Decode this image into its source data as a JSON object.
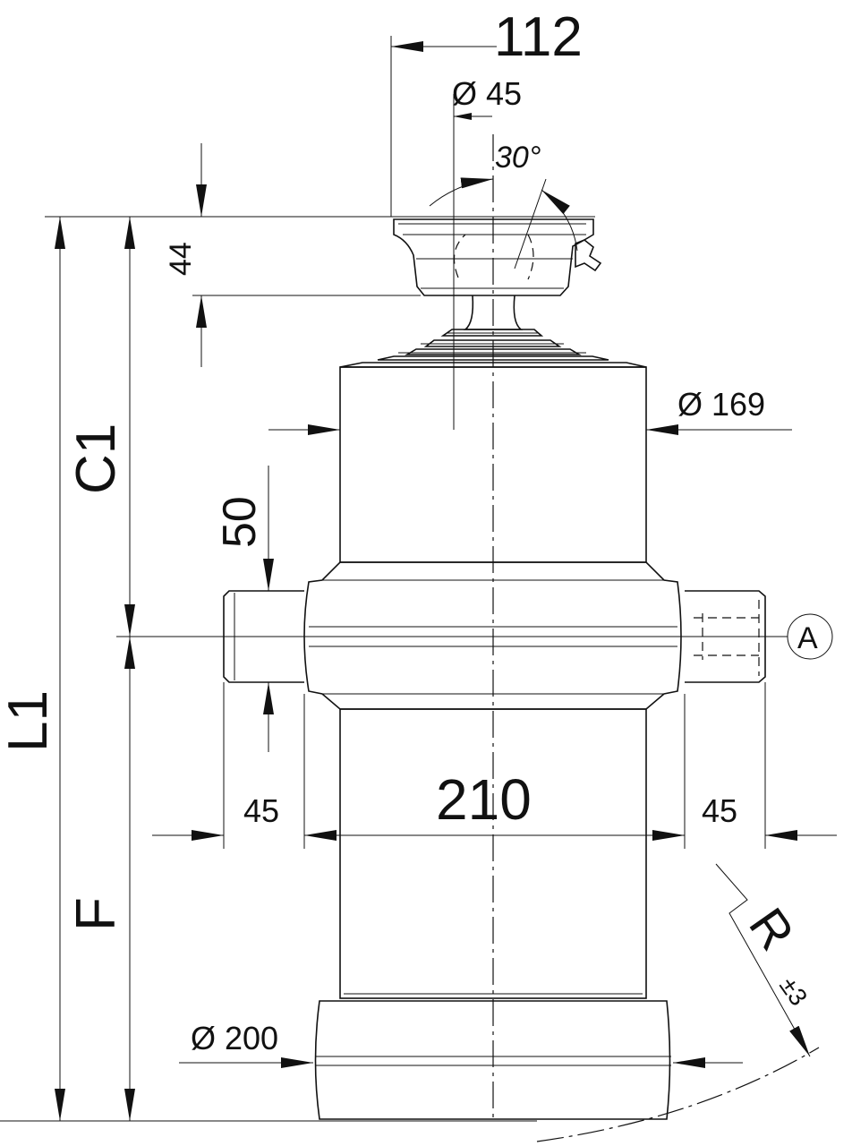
{
  "drawing": {
    "dim_112": "112",
    "dim_dia45": "Ø 45",
    "dim_angle": "30°",
    "dim_44": "44",
    "dim_dia169": "Ø 169",
    "dim_C1": "C1",
    "dim_50": "50",
    "dim_L1": "L1",
    "port_label": "A",
    "dim_45_left": "45",
    "dim_210": "210",
    "dim_45_right": "45",
    "dim_F": "F",
    "dim_R": "R",
    "dim_R_tol": "±3",
    "dim_dia200": "Ø 200"
  }
}
